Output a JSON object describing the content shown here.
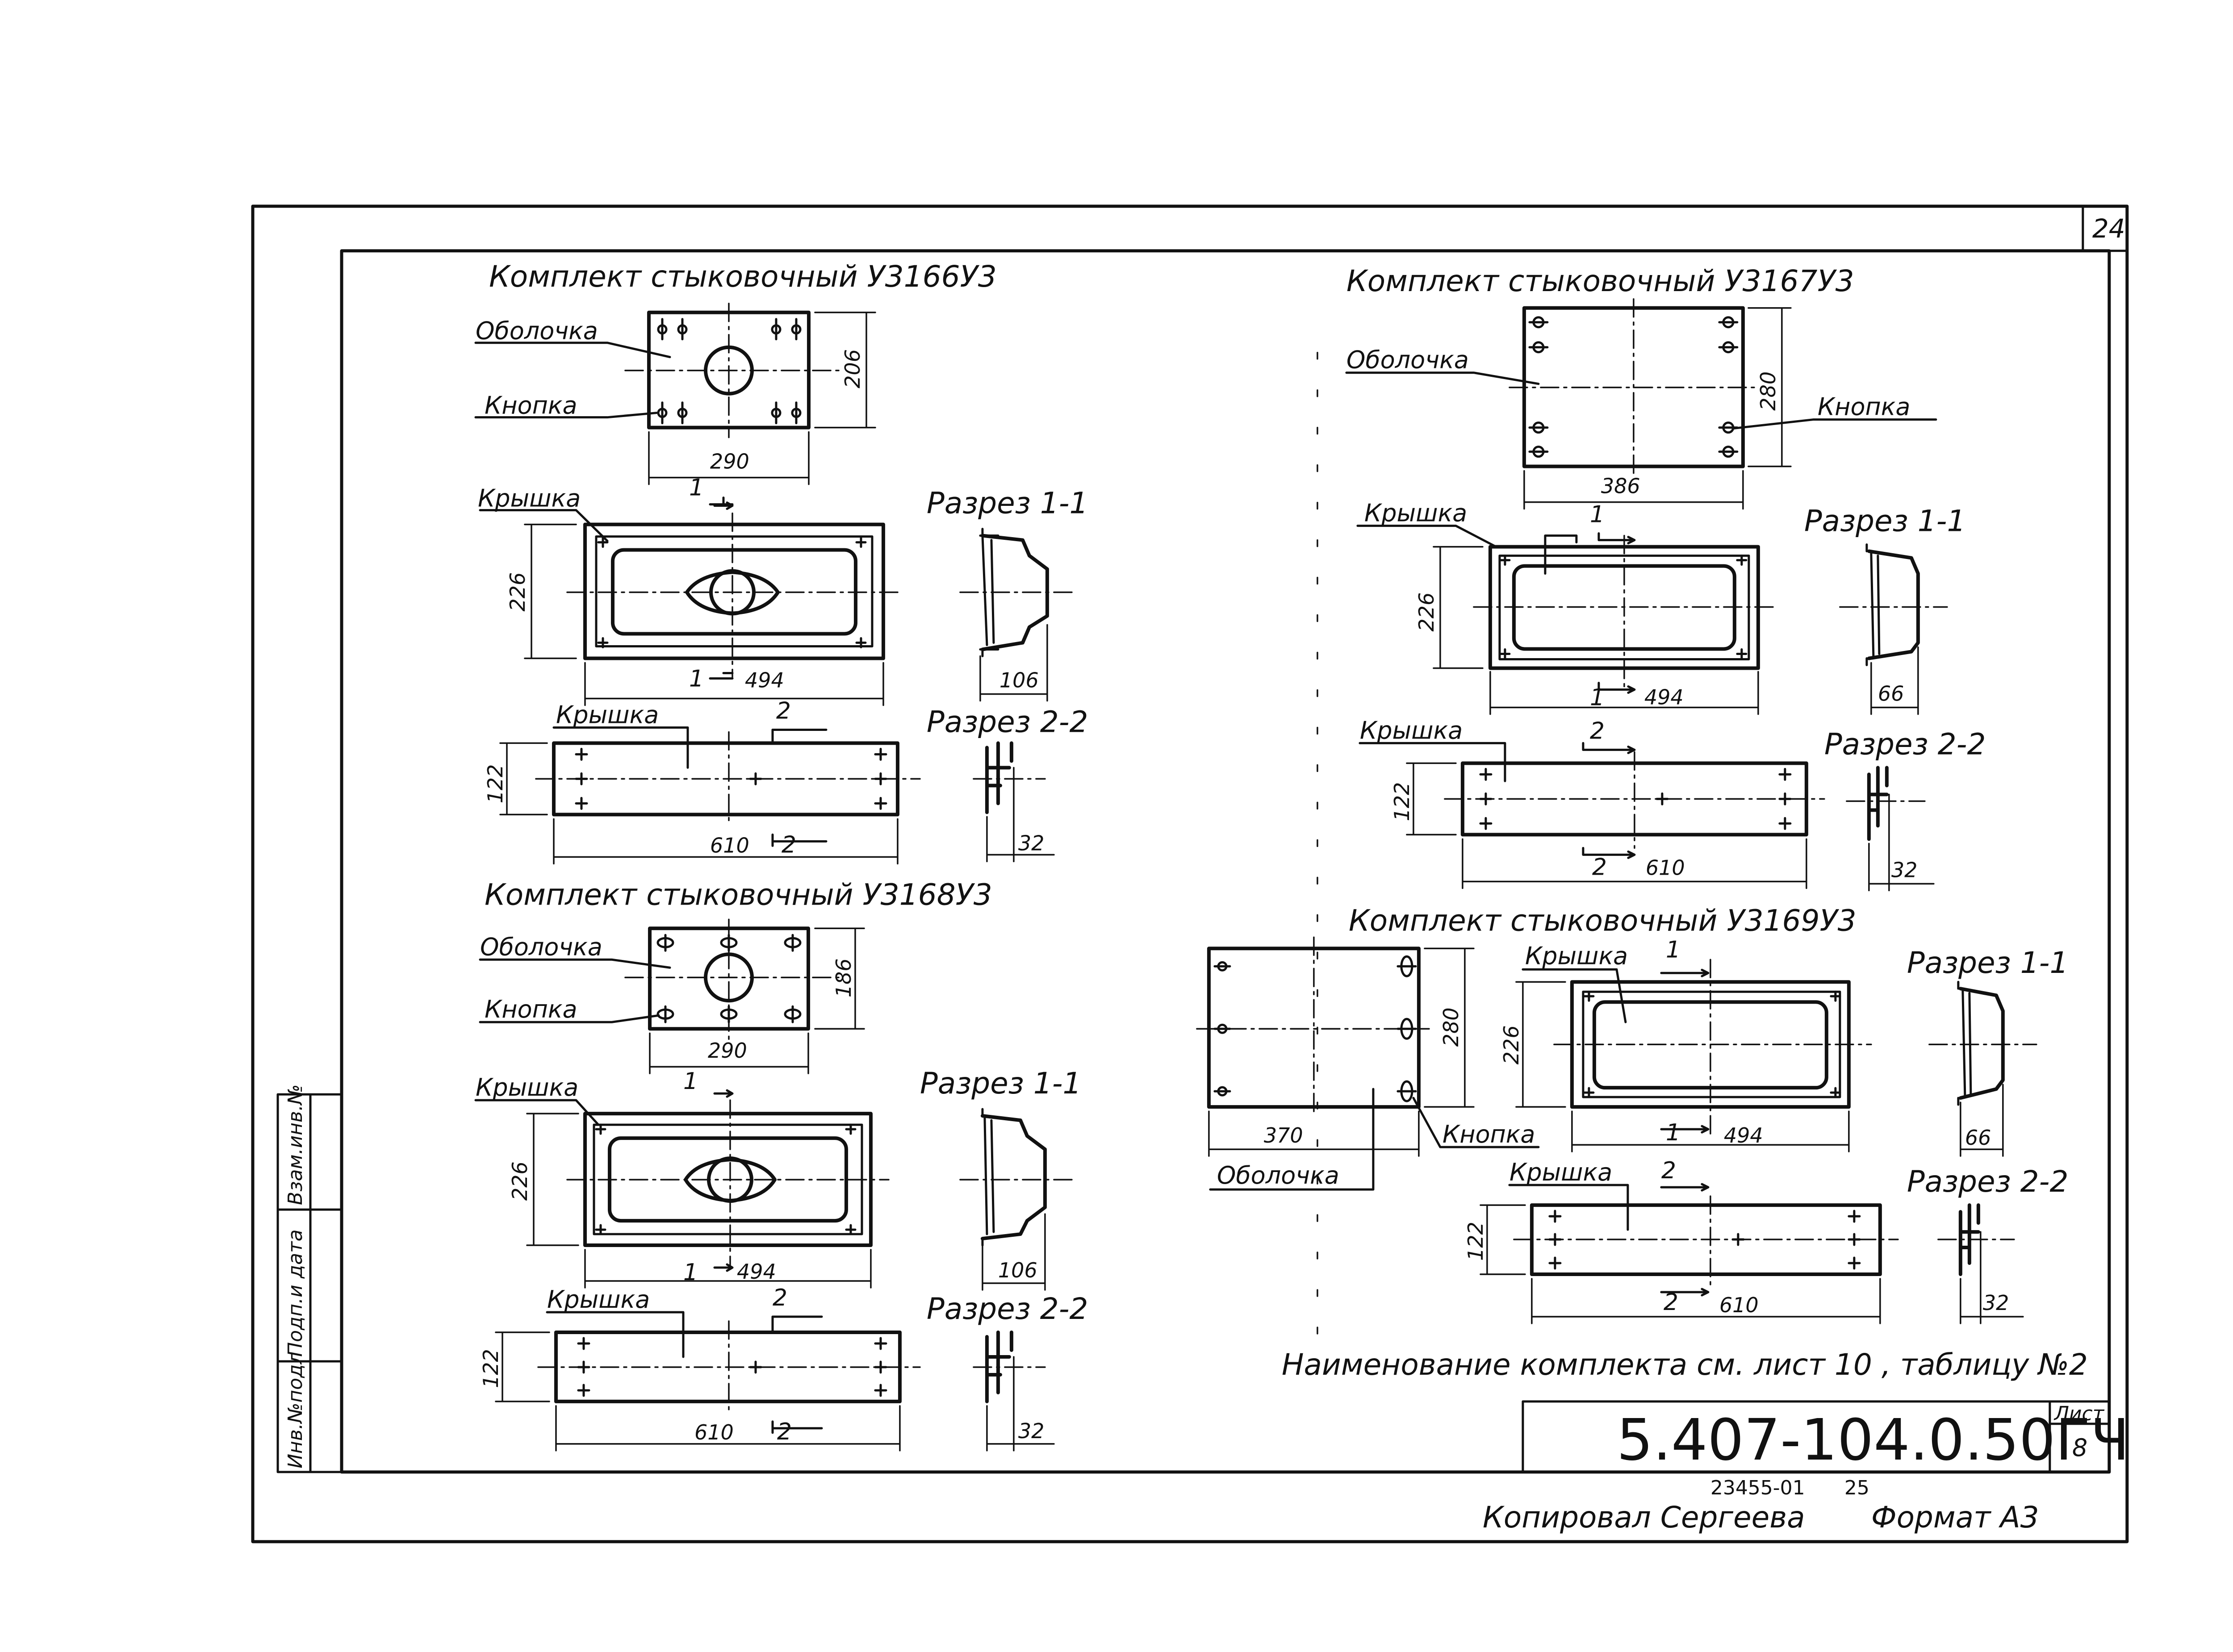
{
  "sheet": {
    "number": "24",
    "document_code": "5.407-104.0.50ГЧ",
    "list_label": "Лист",
    "list_number": "8",
    "archive_number": "23455-01",
    "archive_sheet": "25",
    "copied_by": "Копировал Сергеева",
    "format": "Формат А3",
    "note": "Наименование комплекта см. лист 10 , таблицу №2",
    "stamp_fields": [
      "Инв.№подл",
      "Подп.и дата",
      "Взам.инв.№"
    ]
  },
  "labels": {
    "shell": "Оболочка",
    "button": "Кнопка",
    "cover": "Крышка",
    "section_1": "Разрез 1-1",
    "section_2": "Разрез 2-2",
    "cut_1": "1",
    "cut_2": "2"
  },
  "kits": [
    {
      "title": "Комплект стыковочный У3166У3",
      "plate_width": "290",
      "plate_height": "206",
      "cover_width": "494",
      "cover_height": "226",
      "strip_width": "610",
      "strip_height": "122",
      "sect1_depth": "106",
      "sect2_depth": "32"
    },
    {
      "title": "Комплект стыковочный У3167У3",
      "plate_width": "386",
      "plate_height": "280",
      "cover_width": "494",
      "cover_height": "226",
      "strip_width": "610",
      "strip_height": "122",
      "sect1_depth": "66",
      "sect2_depth": "32"
    },
    {
      "title": "Комплект стыковочный У3168У3",
      "plate_width": "290",
      "plate_height": "186",
      "cover_width": "494",
      "cover_height": "226",
      "strip_width": "610",
      "strip_height": "122",
      "sect1_depth": "106",
      "sect2_depth": "32"
    },
    {
      "title": "Комплект стыковочный У3169У3",
      "plate_width": "370",
      "plate_height": "280",
      "cover_width": "494",
      "cover_height": "226",
      "strip_width": "610",
      "strip_height": "122",
      "sect1_depth": "66",
      "sect2_depth": "32"
    }
  ]
}
